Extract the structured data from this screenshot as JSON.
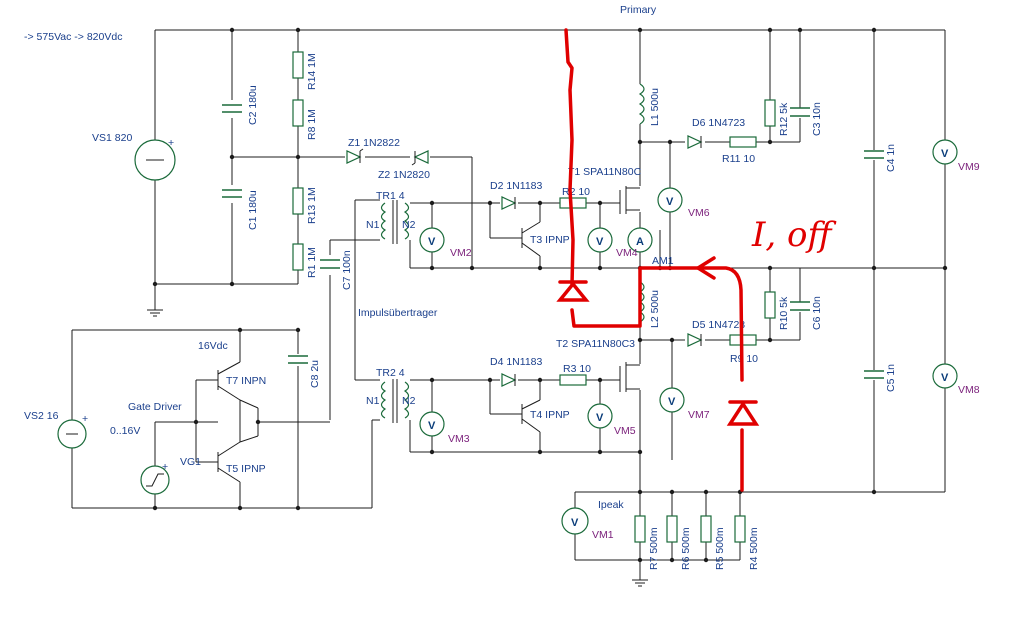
{
  "header": {
    "primary": "Primary",
    "spec": "-> 575Vac -> 820Vdc"
  },
  "sources": {
    "vs1": "VS1 820",
    "vs2": "VS2 16",
    "vg1": "VG1",
    "gate_driver": "Gate Driver",
    "range": "0..16V",
    "vdc16": "16Vdc"
  },
  "capacitors": {
    "c2": "C2 180u",
    "c1": "C1 180u",
    "c7": "C7 100n",
    "c8": "C8 2u",
    "c3": "C3 10n",
    "c4": "C4 1n",
    "c5": "C5 1n",
    "c6": "C6 10n"
  },
  "resistors": {
    "r14": "R14 1M",
    "r8": "R8 1M",
    "r13": "R13 1M",
    "r1": "R1 1M",
    "r2": "R2 10",
    "r3": "R3 10",
    "r9": "R9 10",
    "r11": "R11 10",
    "r12": "R12 5k",
    "r10": "R10 5k",
    "r7": "R7 500m",
    "r6": "R6 500m",
    "r5": "R5 500m",
    "r4": "R4 500m"
  },
  "diodes": {
    "z1": "Z1 1N2822",
    "z2": "Z2 1N2820",
    "d2": "D2 1N1183",
    "d4": "D4 1N1183",
    "d6": "D6 1N4723",
    "d5": "D5 1N4723"
  },
  "transistors": {
    "t1": "T1 SPA11N80C",
    "t2": "T2 SPA11N80C3",
    "t3": "T3 IPNP",
    "t4": "T4 IPNP",
    "t7": "T7 INPN",
    "t5": "T5 IPNP"
  },
  "inductors": {
    "l1": "L1 500u",
    "l2": "L2 500u"
  },
  "transformers": {
    "tr1": "TR1 4",
    "tr2": "TR2 4",
    "n1": "N1",
    "n2": "N2",
    "impuls": "Impulsübertrager"
  },
  "meters": {
    "vm1": "VM1",
    "vm2": "VM2",
    "vm3": "VM3",
    "vm4": "VM4",
    "vm5": "VM5",
    "vm6": "VM6",
    "vm7": "VM7",
    "vm8": "VM8",
    "vm9": "VM9",
    "am1": "AM1",
    "ipeak": "Ipeak",
    "v": "V",
    "a": "A"
  },
  "annotation": {
    "text": "I, off"
  },
  "colors": {
    "wire": "#1c1c1c",
    "component": "#1a6a3a",
    "label": "#1a3f8c",
    "meter_label": "#7a1f7a",
    "annotation": "#e00000"
  }
}
